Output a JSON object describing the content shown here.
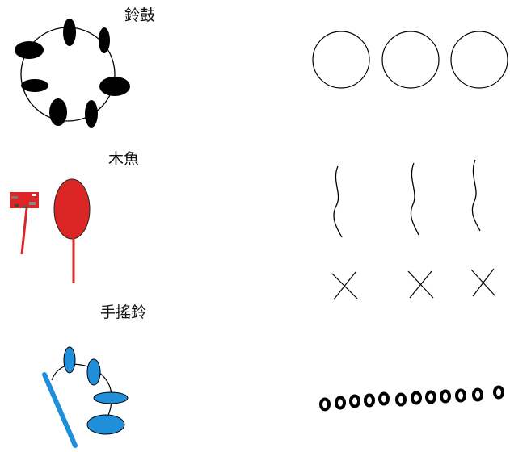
{
  "labels": {
    "tambourine": "鈴鼓",
    "woodblock": "木魚",
    "handbell": "手搖鈴"
  },
  "colors": {
    "tambourine": "#000000",
    "woodblock": "#dc2525",
    "handbell": "#1e8fd8",
    "outline": "#000000"
  },
  "icons": {
    "tambourine": "tambourine-icon",
    "woodblock": "woodblock-icon",
    "handbell": "handbell-icon",
    "circles": "three-circles-symbol",
    "waves": "three-wavy-lines-symbol",
    "crosses": "three-crosses-symbol",
    "rings": "row-of-small-rings-symbol"
  }
}
